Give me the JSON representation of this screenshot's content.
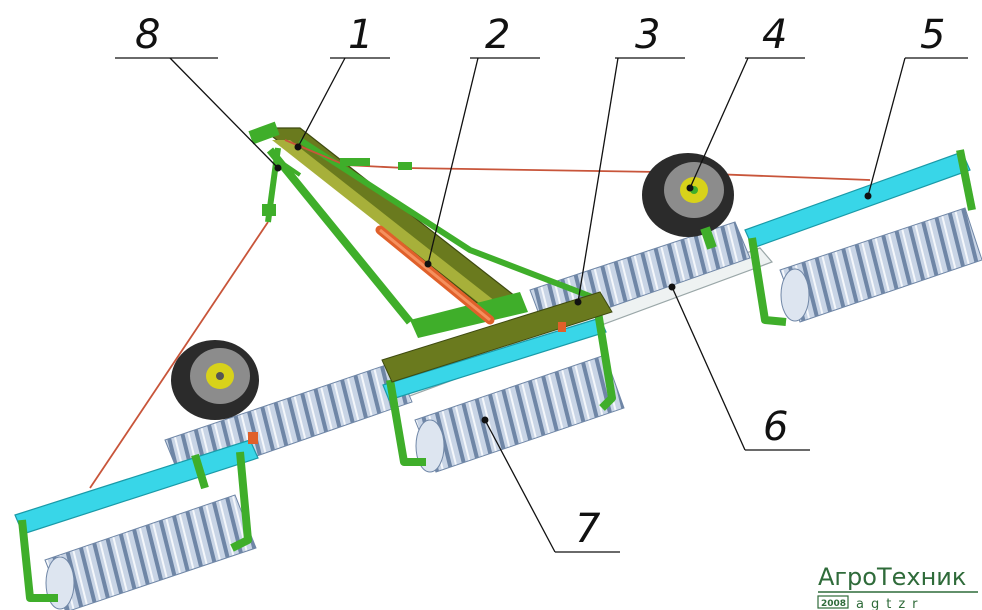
{
  "callouts": [
    {
      "num": "1"
    },
    {
      "num": "2"
    },
    {
      "num": "3"
    },
    {
      "num": "4"
    },
    {
      "num": "5"
    },
    {
      "num": "6"
    },
    {
      "num": "7"
    },
    {
      "num": "8"
    }
  ],
  "logo": {
    "name": "АгроТехник",
    "year": "2008",
    "subtitle": "agtzr"
  },
  "colors": {
    "frame_green": "#3fae2a",
    "frame_dark": "#6a7a1e",
    "beam_cyan": "#38d6e8",
    "axle_white": "#eef2f2",
    "roller_blue": "#b9c8de",
    "roller_dark": "#6f86a6",
    "tire": "#2b2b2b",
    "hub_yellow": "#d8d21a",
    "cylinder_orange": "#e0602a",
    "cable_red": "#c8553a",
    "logo_green": "#2f6b3a"
  }
}
